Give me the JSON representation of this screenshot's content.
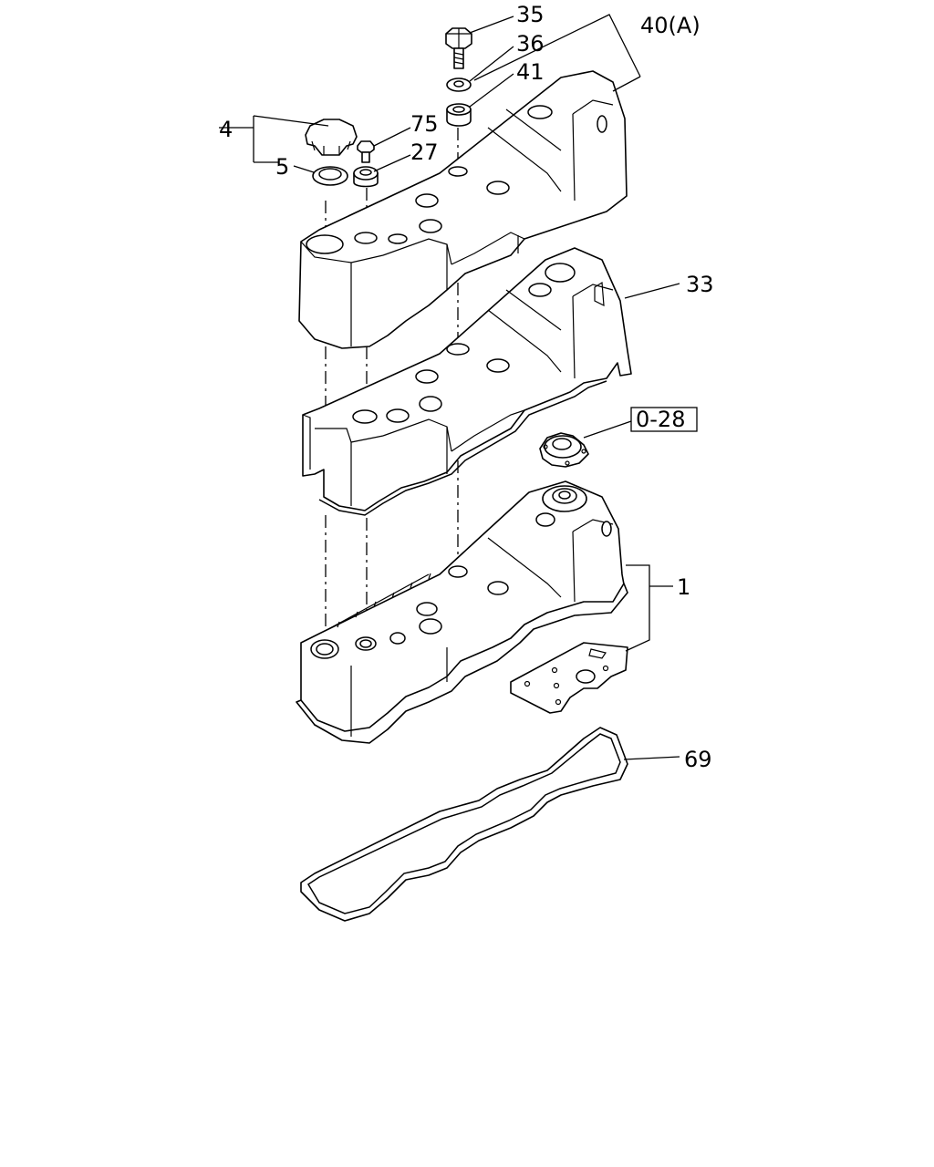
{
  "callouts": {
    "c35": "35",
    "c36": "36",
    "c41": "41",
    "c40a": "40(A)",
    "c4": "4",
    "c5": "5",
    "c75": "75",
    "c27": "27",
    "c33": "33",
    "c028": "0-28",
    "c1": "1",
    "c69": "69"
  }
}
